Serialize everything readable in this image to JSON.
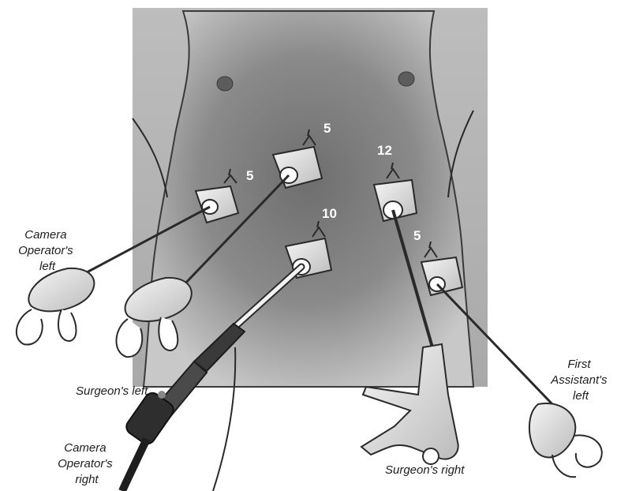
{
  "ports": [
    {
      "id": "port-5-left",
      "size": "5"
    },
    {
      "id": "port-5-upper",
      "size": "5"
    },
    {
      "id": "port-10-camera",
      "size": "10"
    },
    {
      "id": "port-12-right",
      "size": "12"
    },
    {
      "id": "port-5-assistant",
      "size": "5"
    }
  ],
  "labels": {
    "camera_operator_left": [
      "Camera",
      "Operator's",
      "left"
    ],
    "surgeon_left": "Surgeon's left",
    "camera_operator_right": [
      "Camera",
      "Operator's",
      "right"
    ],
    "surgeon_right": "Surgeon's right",
    "first_assistant_left": [
      "First",
      "Assistant's",
      "left"
    ]
  },
  "colors": {
    "torso_light": "#c9c9c9",
    "torso_dark": "#5a5a5a",
    "instrument": "#e3e3e3",
    "outline": "#2a2a2a"
  }
}
